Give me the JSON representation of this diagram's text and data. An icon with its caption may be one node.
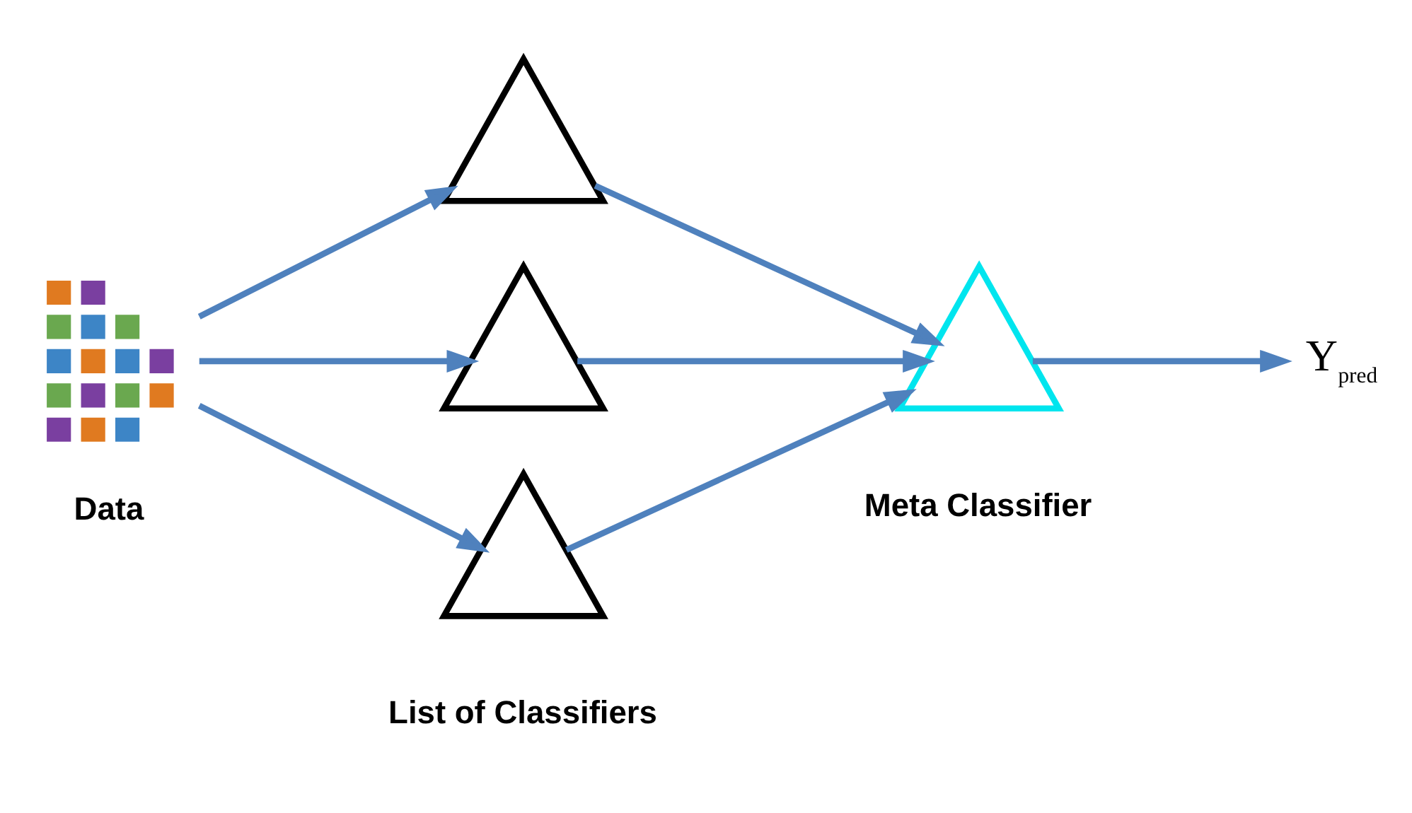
{
  "diagram": {
    "nodes": [
      {
        "text": [],
        "shape": "picture",
        "beside": [
          "Data"
        ]
      },
      {
        "text": [],
        "shape": "tree"
      },
      {
        "text": [],
        "shape": "tree"
      },
      {
        "text": [],
        "shape": "tree"
      },
      {
        "text": [],
        "shape": "tree",
        "beside": [
          "Meta Classifier"
        ]
      },
      {
        "text": [
          "Y$_{pred}$"
        ]
      }
    ],
    "edges": [
      {
        "from": 0,
        "to": 1,
        "arrow": "to"
      },
      {
        "from": 0,
        "to": 2,
        "arrow": "to"
      },
      {
        "from": 0,
        "to": 3,
        "arrow": "to"
      },
      {
        "from": 1,
        "to": 4,
        "arrow": "to"
      },
      {
        "from": 2,
        "to": 4,
        "arrow": "to"
      },
      {
        "from": 3,
        "to": 4,
        "arrow": "to"
      },
      {
        "from": 4,
        "to": 5,
        "arrow": "to"
      }
    ],
    "labels": [
      "List of Classifiers"
    ]
  }
}
